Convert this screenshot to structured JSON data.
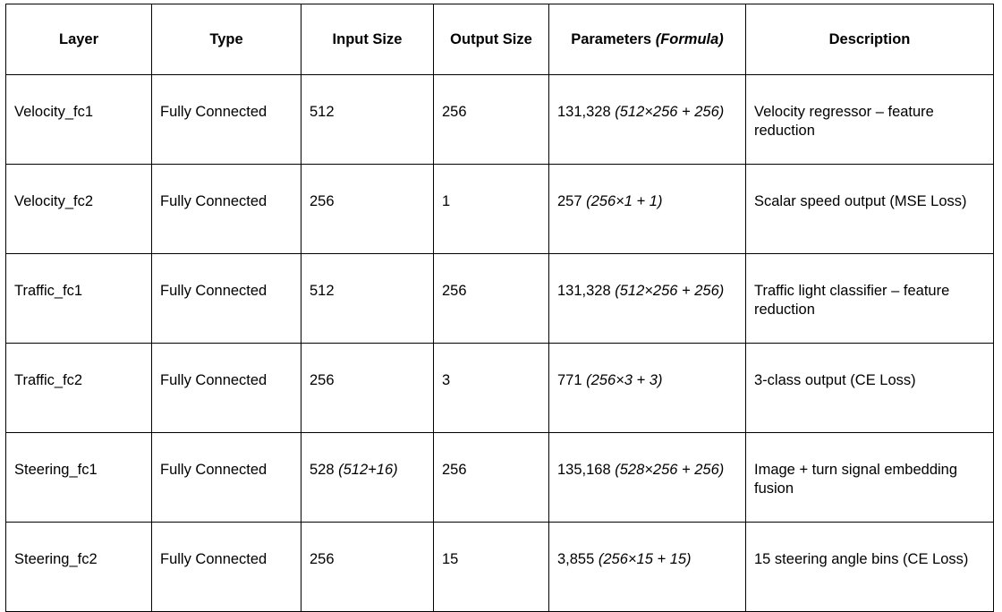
{
  "table": {
    "headers": {
      "layer": "Layer",
      "type": "Type",
      "input_size": "Input Size",
      "output_size": "Output Size",
      "parameters": "Parameters",
      "parameters_formula_label": "(Formula)",
      "description": "Description"
    },
    "rows": [
      {
        "layer": "Velocity_fc1",
        "type": "Fully Connected",
        "input": "512",
        "input_formula": "",
        "output": "256",
        "params": "131,328",
        "params_formula": "(512×256 + 256)",
        "description": "Velocity regressor – feature reduction"
      },
      {
        "layer": "Velocity_fc2",
        "type": "Fully Connected",
        "input": "256",
        "input_formula": "",
        "output": "1",
        "params": "257",
        "params_formula": "(256×1 + 1)",
        "description": "Scalar speed output (MSE Loss)"
      },
      {
        "layer": "Traffic_fc1",
        "type": "Fully Connected",
        "input": "512",
        "input_formula": "",
        "output": "256",
        "params": "131,328",
        "params_formula": "(512×256 + 256)",
        "description": "Traffic light classifier – feature reduction"
      },
      {
        "layer": "Traffic_fc2",
        "type": "Fully Connected",
        "input": "256",
        "input_formula": "",
        "output": "3",
        "params": "771",
        "params_formula": "(256×3 + 3)",
        "description": "3-class output (CE Loss)"
      },
      {
        "layer": "Steering_fc1",
        "type": "Fully Connected",
        "input": "528",
        "input_formula": "(512+16)",
        "output": "256",
        "params": "135,168",
        "params_formula": "(528×256 + 256)",
        "description": "Image + turn signal embedding fusion"
      },
      {
        "layer": "Steering_fc2",
        "type": "Fully Connected",
        "input": "256",
        "input_formula": "",
        "output": "15",
        "params": "3,855",
        "params_formula": "(256×15 + 15)",
        "description": "15 steering angle bins (CE Loss)"
      }
    ]
  }
}
